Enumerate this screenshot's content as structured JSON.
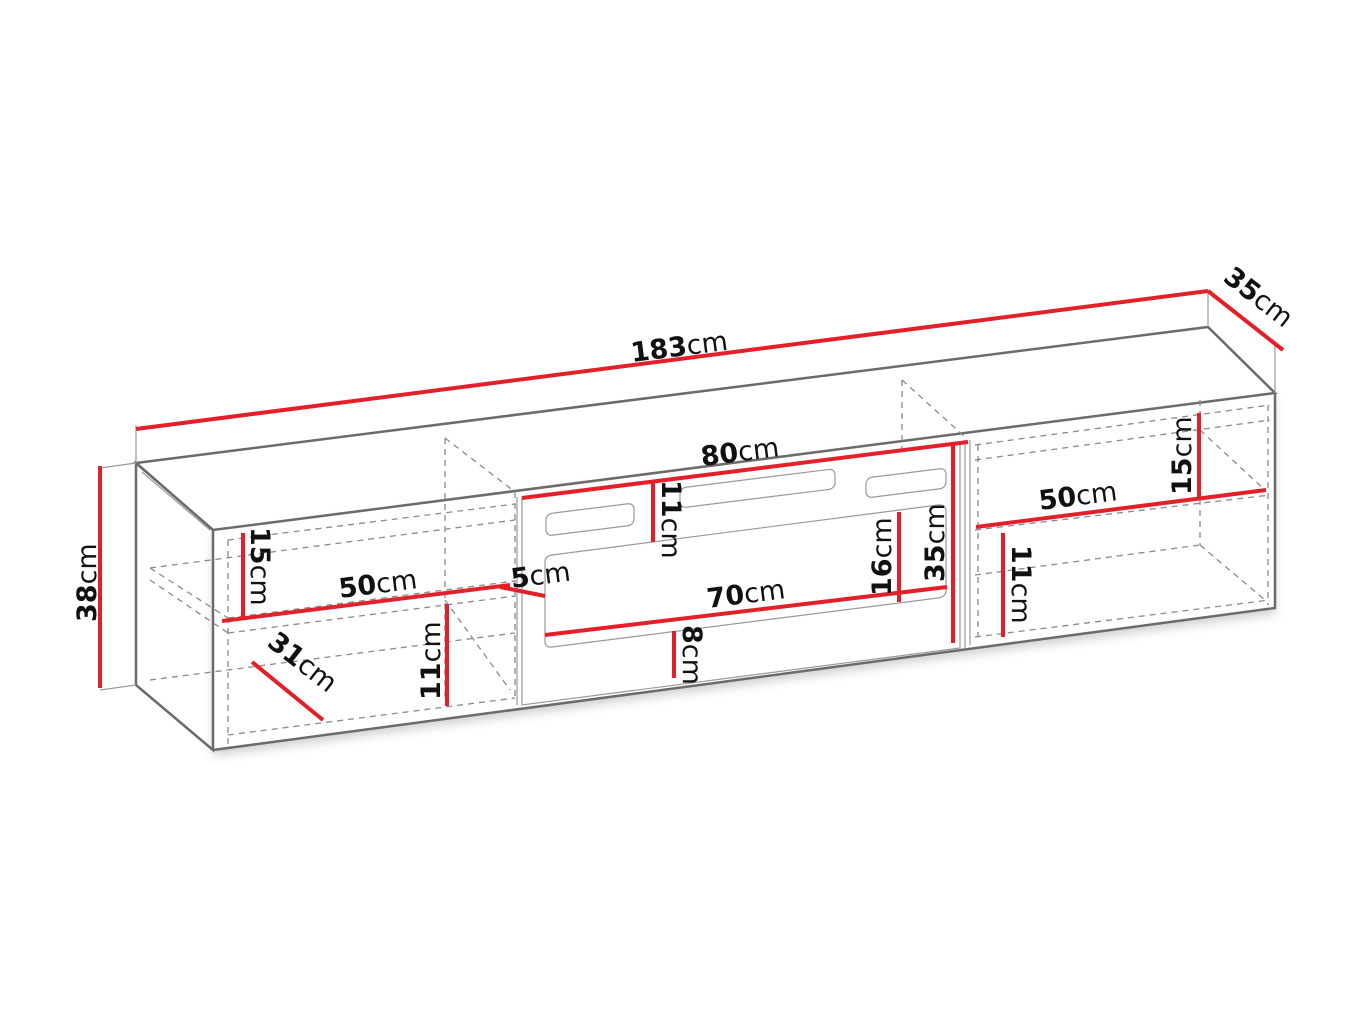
{
  "diagram": {
    "subject": "Wall-mounted TV cabinet dimension drawing",
    "colors": {
      "dimension_line": "#e3202a",
      "outline": "#6b6b6b",
      "hidden_line": "#8a8a8a",
      "text": "#111111",
      "background": "#ffffff"
    },
    "unit": "cm",
    "dimensions": {
      "overall_width": {
        "value": "183",
        "unit": "cm"
      },
      "overall_depth": {
        "value": "35",
        "unit": "cm"
      },
      "overall_height": {
        "value": "38",
        "unit": "cm"
      },
      "left_shelf_upper_height": {
        "value": "15",
        "unit": "cm"
      },
      "left_shelf_width": {
        "value": "50",
        "unit": "cm"
      },
      "left_shelf_depth": {
        "value": "31",
        "unit": "cm"
      },
      "left_shelf_lower_height": {
        "value": "11",
        "unit": "cm"
      },
      "left_gap": {
        "value": "5",
        "unit": "cm"
      },
      "center_front_width": {
        "value": "80",
        "unit": "cm"
      },
      "center_top_height": {
        "value": "11",
        "unit": "cm"
      },
      "center_opening_width": {
        "value": "70",
        "unit": "cm"
      },
      "center_bottom_height": {
        "value": "8",
        "unit": "cm"
      },
      "center_opening_height": {
        "value": "16",
        "unit": "cm"
      },
      "center_front_height": {
        "value": "35",
        "unit": "cm"
      },
      "right_shelf_width": {
        "value": "50",
        "unit": "cm"
      },
      "right_shelf_upper_height": {
        "value": "15",
        "unit": "cm"
      },
      "right_shelf_lower_height": {
        "value": "11",
        "unit": "cm"
      }
    }
  }
}
